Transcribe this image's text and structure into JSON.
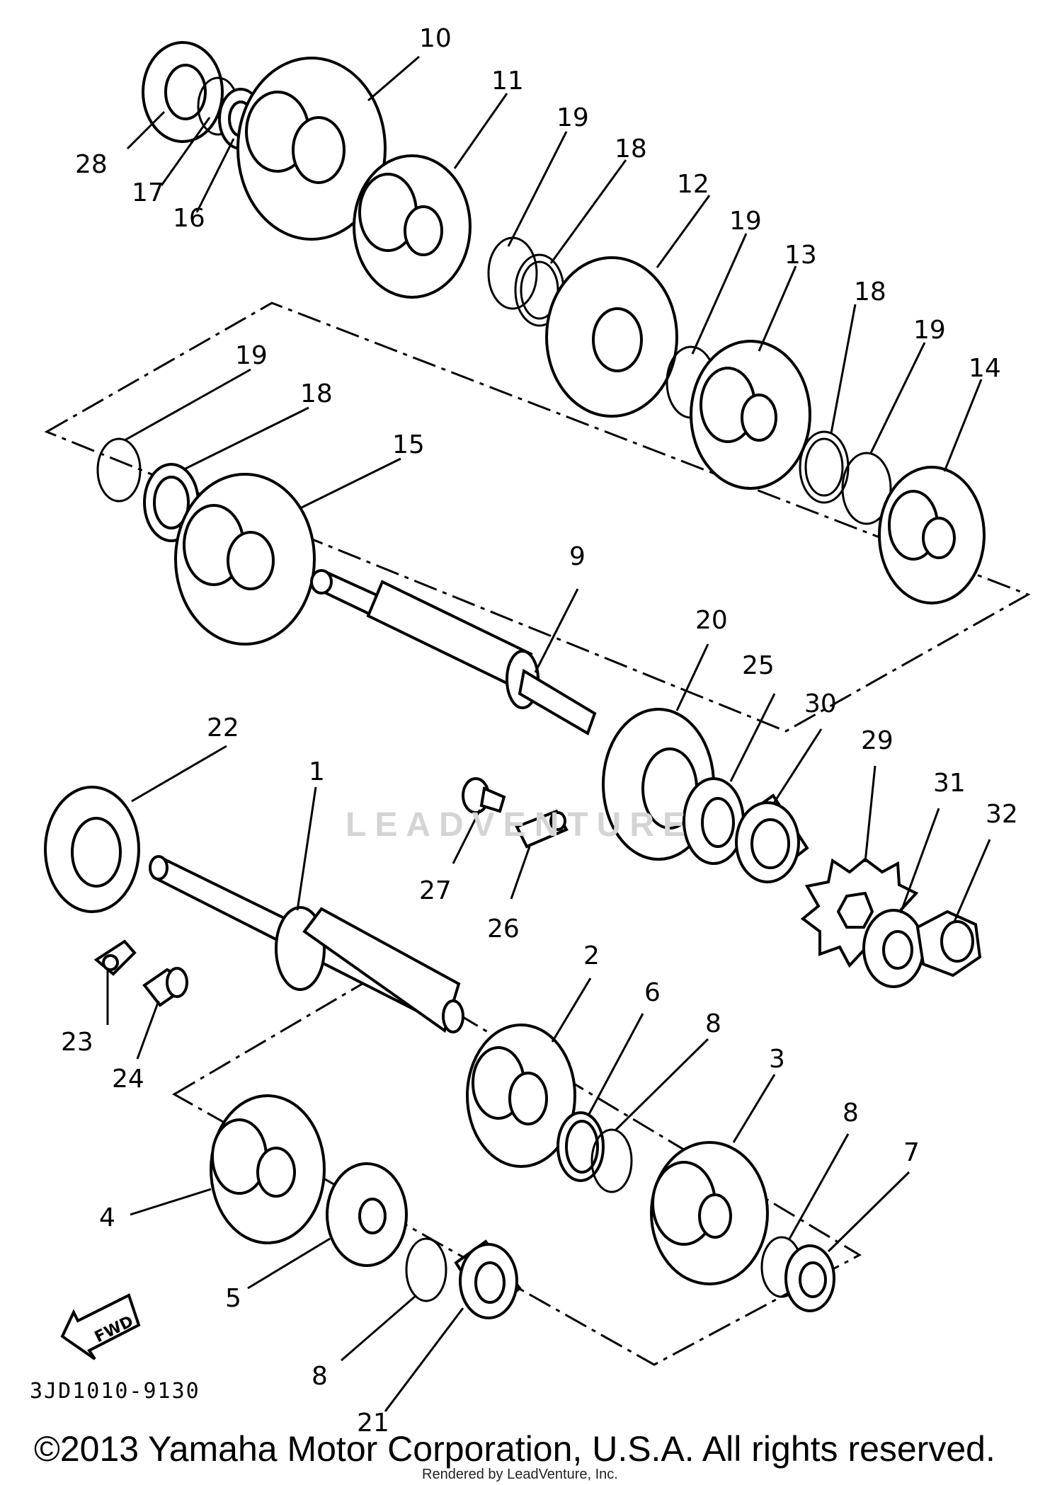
{
  "diagram": {
    "code": "3JD1010-9130",
    "copyright": "©2013 Yamaha Motor Corporation, U.S.A. All rights reserved.",
    "rendered_by": "Rendered by LeadVenture, Inc.",
    "watermark": "LEADVENTURE",
    "fwd_label": "FWD"
  },
  "callouts": {
    "n1": "1",
    "n2": "2",
    "n3": "3",
    "n4": "4",
    "n5": "5",
    "n6": "6",
    "n7": "7",
    "n8a": "8",
    "n8b": "8",
    "n8c": "8",
    "n9": "9",
    "n10": "10",
    "n11": "11",
    "n12": "12",
    "n13": "13",
    "n14": "14",
    "n15": "15",
    "n16": "16",
    "n17": "17",
    "n18a": "18",
    "n18b": "18",
    "n18c": "18",
    "n19a": "19",
    "n19b": "19",
    "n19c": "19",
    "n19d": "19",
    "n20": "20",
    "n21": "21",
    "n22": "22",
    "n23": "23",
    "n24": "24",
    "n25": "25",
    "n26": "26",
    "n27": "27",
    "n28": "28",
    "n29": "29",
    "n30": "30",
    "n31": "31",
    "n32": "32"
  }
}
